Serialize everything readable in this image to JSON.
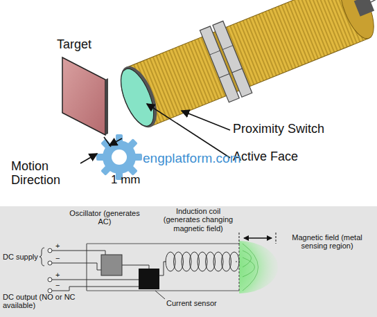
{
  "diagram": {
    "labels": [
      "Target",
      "Proximity Switch",
      "Active Face",
      "Motion Direction",
      "1 mm",
      "engplatform.com",
      "Oscillator (generates AC)",
      "Induction coil (generates changing magnetic field)",
      "Magnetic field (metal sensing region)",
      "DC supply",
      "+",
      "−",
      "DC output (NO or NC available)",
      "+",
      "−",
      "Current sensor"
    ]
  }
}
